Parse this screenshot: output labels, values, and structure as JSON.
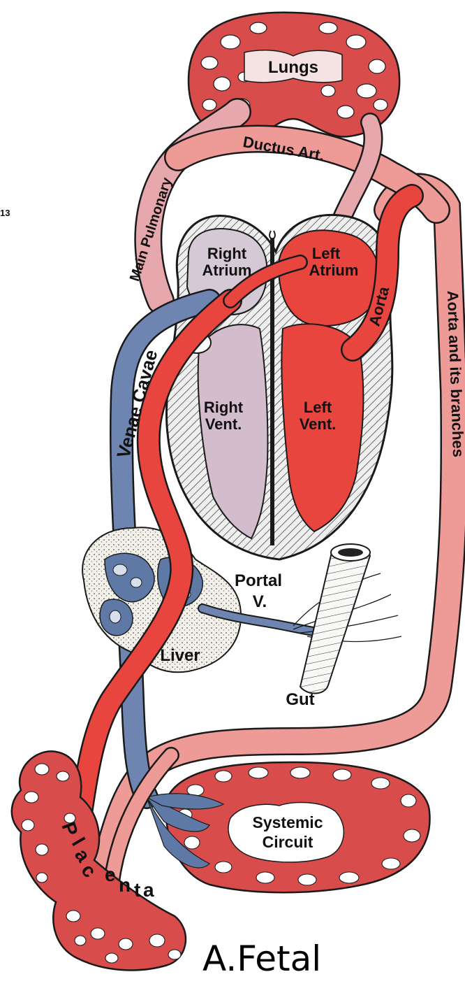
{
  "colors": {
    "arterial": "#e8453f",
    "arterial_light": "#ee9a96",
    "venous": "#5f79a6",
    "mixed": "#d7a9b4",
    "heart_wall": "#ececec",
    "heart_hatch": "#6a6a6a",
    "liver": "#f1efe8",
    "outline": "#1a1a1a"
  },
  "labels": {
    "edge_fragment": "13",
    "lungs": "Lungs",
    "ductus": "Ductus Art.",
    "main_pulmonary": "Main Pulmonary",
    "right_atrium_1": "Right",
    "right_atrium_2": "Atrium",
    "left_atrium_1": "Left",
    "left_atrium_2": "Atrium",
    "right_vent_1": "Right",
    "right_vent_2": "Vent.",
    "left_vent_1": "Left",
    "left_vent_2": "Vent.",
    "aorta": "Aorta",
    "aorta_branches": "Aorta and its branches",
    "venae_cavae": "Venae Cavae",
    "portal_1": "Portal",
    "portal_2": "V.",
    "liver": "Liver",
    "gut": "Gut",
    "systemic_1": "Systemic",
    "systemic_2": "Circuit",
    "placenta_p": "P",
    "placenta_l": "l",
    "placenta_a": "a",
    "placenta_c": "c",
    "placenta_e": "e",
    "placenta_n": "n",
    "placenta_t": "t",
    "placenta_a2": "a",
    "caption": "A.Fetal"
  }
}
